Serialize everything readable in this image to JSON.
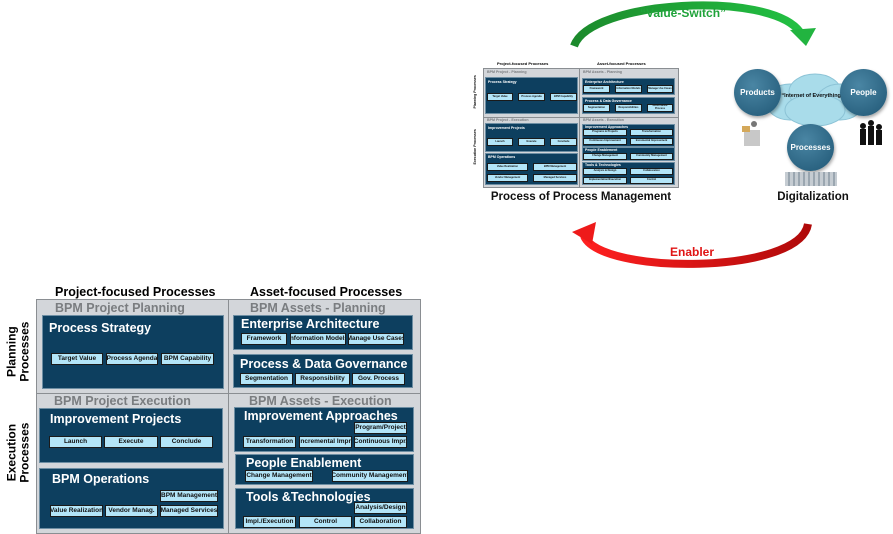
{
  "top": {
    "value_switch": "“Value-Switch”",
    "enabler": "Enabler",
    "ppm_title": "Process of Process Management",
    "digitalization_title": "Digitalization",
    "colors": {
      "value_switch": "#1fa33a",
      "enabler": "#e01414",
      "block": "#0d3f5f",
      "button": "#b3e5f8"
    },
    "mini": {
      "col_project": "Project-focused Processes",
      "col_asset": "Asset-focused Processes",
      "row_planning": "Planning Processes",
      "row_execution": "Execution Processes",
      "project_planning": "BPM Project - Planning",
      "assets_planning": "BPM Assets - Planning",
      "project_execution": "BPM Project - Execution",
      "assets_execution": "BPM Assets - Execution",
      "process_strategy": {
        "title": "Process Strategy",
        "items": [
          "Target Value",
          "Process Agenda",
          "BPM Capability"
        ]
      },
      "enterprise_architecture": {
        "title": "Enterprise Architecture",
        "items": [
          "Framework",
          "Information Models",
          "Manage Use Cases"
        ]
      },
      "data_governance": {
        "title": "Process & Data Governance",
        "items": [
          "Segmentation",
          "Responsibilities",
          "Governance Process"
        ]
      },
      "improvement_projects": {
        "title": "Improvement Projects",
        "items": [
          "Launch",
          "Execute",
          "Conclude"
        ]
      },
      "bpm_operations": {
        "title": "BPM Operations",
        "items": [
          "Value Realization",
          "BPM Management",
          "Vendor Management",
          "Managed Services"
        ]
      },
      "improvement_approaches": {
        "title": "Improvement Approaches",
        "items": [
          "Programs & Projects",
          "Transformation",
          "Continuous Improvement",
          "Incremental Improvement"
        ]
      },
      "people_enablement": {
        "title": "People Enablement",
        "items": [
          "Change Management",
          "Community Management"
        ]
      },
      "tools": {
        "title": "Tools & Technologies",
        "items": [
          "Analysis & Design",
          "Collaboration",
          "Implementation/Execution",
          "Control"
        ]
      }
    },
    "digital": {
      "products": "Products",
      "people": "People",
      "processes": "Processes",
      "cloud": "“Internet of Everything”"
    }
  },
  "matrix": {
    "col_project": "Project-focused Processes",
    "col_asset": "Asset-focused Processes",
    "row_planning": "Planning Processes",
    "row_execution": "Execution Processes",
    "project_planning": "BPM Project Planning",
    "assets_planning": "BPM Assets - Planning",
    "project_execution": "BPM Project Execution",
    "assets_execution": "BPM Assets - Execution",
    "process_strategy": {
      "title": "Process Strategy",
      "items": [
        "Target Value",
        "Process Agenda",
        "BPM Capability"
      ]
    },
    "enterprise_architecture": {
      "title": "Enterprise Architecture",
      "items": [
        "Framework",
        "Information Models",
        "Manage Use Cases"
      ]
    },
    "data_governance": {
      "title": "Process & Data Governance",
      "items": [
        "Segmentation",
        "Responsibility",
        "Gov. Process"
      ]
    },
    "improvement_projects": {
      "title": "Improvement Projects",
      "items": [
        "Launch",
        "Execute",
        "Conclude"
      ]
    },
    "bpm_operations": {
      "title": "BPM Operations",
      "items": [
        "BPM Management",
        "Value Realization",
        "Vendor Manag.",
        "Managed Services"
      ]
    },
    "improvement_approaches": {
      "title": "Improvement Approaches",
      "items": [
        "Program/Project",
        "Transformation",
        "Incremental Impr.",
        "Continuous Impr."
      ]
    },
    "people_enablement": {
      "title": "People Enablement",
      "items": [
        "Change Management",
        "Community Management"
      ]
    },
    "tools": {
      "title": "Tools &Technologies",
      "items": [
        "Analysis/Design",
        "Impl./Execution",
        "Control",
        "Collaboration"
      ]
    }
  }
}
